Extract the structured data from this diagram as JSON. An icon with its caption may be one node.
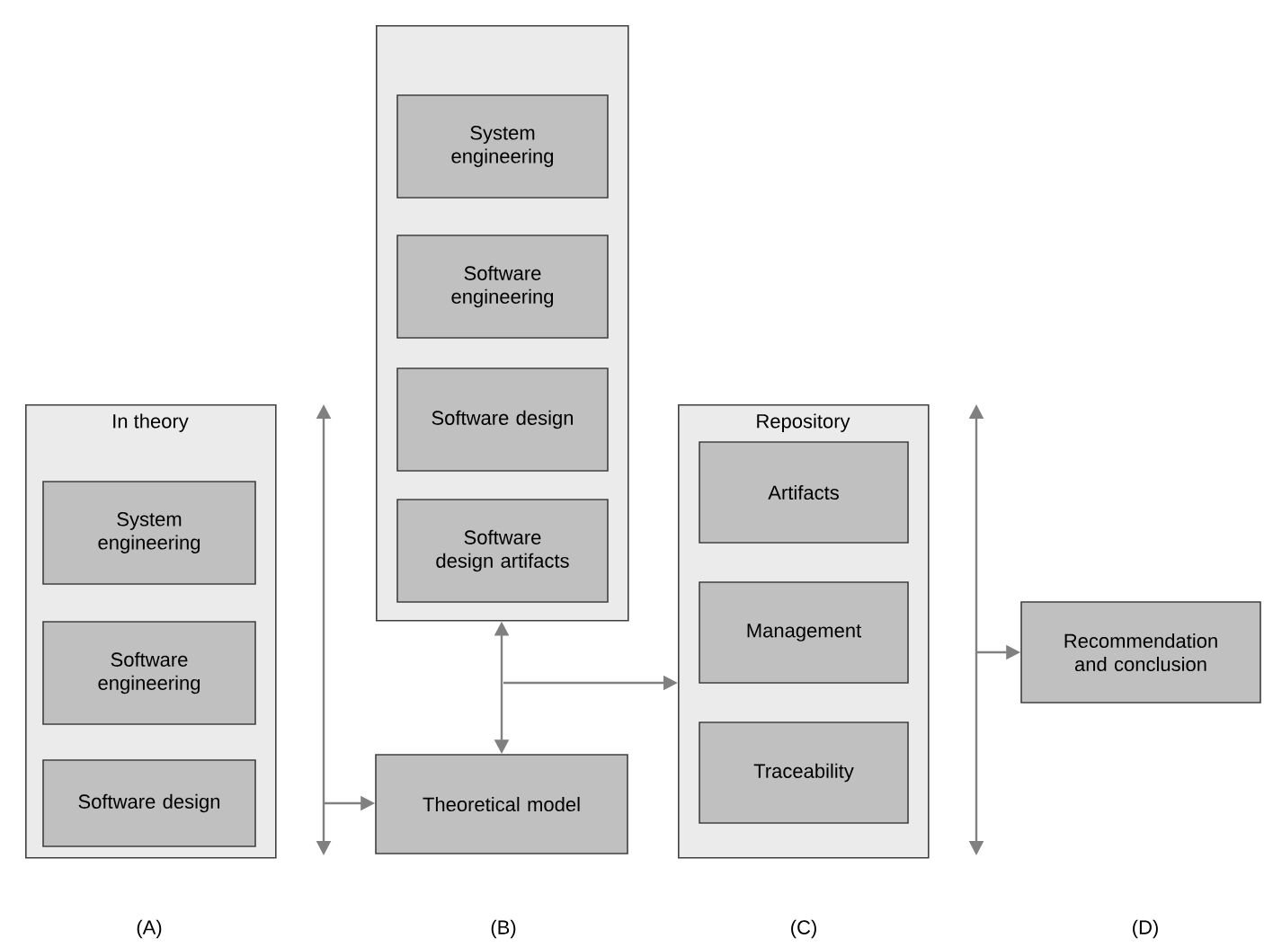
{
  "diagram": {
    "nodes": [
      {
        "text": [
          "In theory"
        ]
      },
      {
        "text": [
          "System engineering"
        ],
        "in": 0
      },
      {
        "text": [
          "Software engineering"
        ],
        "in": 0
      },
      {
        "text": [
          "Software design"
        ],
        "in": 0
      },
      {
        "text": [],
        "shape": "box"
      },
      {
        "text": [
          "System engineering"
        ],
        "in": 4
      },
      {
        "text": [
          "Software engineering"
        ],
        "in": 4
      },
      {
        "text": [
          "Software design"
        ],
        "in": 4
      },
      {
        "text": [
          "Software design artifacts"
        ],
        "in": 4
      },
      {
        "text": [
          "Theoretical model"
        ]
      },
      {
        "text": [
          "Repository"
        ]
      },
      {
        "text": [
          "Artifacts"
        ],
        "in": 10
      },
      {
        "text": [
          "Management"
        ],
        "in": 10
      },
      {
        "text": [
          "Traceability"
        ],
        "in": 10
      },
      {
        "text": [
          "Recommendation and conclusion"
        ]
      }
    ],
    "edges": [
      {
        "from": null,
        "to": 9,
        "arrow": "to"
      },
      {
        "from": 4,
        "to": 9,
        "arrow": "both"
      },
      {
        "from": null,
        "to": 10,
        "arrow": "to"
      },
      {
        "from": null,
        "to": 14,
        "arrow": "to"
      }
    ],
    "labels": [
      "(A)",
      "(B)",
      "(C)",
      "(D)"
    ]
  }
}
